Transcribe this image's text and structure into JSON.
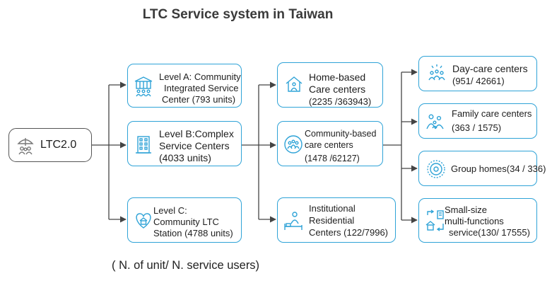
{
  "title": "LTC Service system in Taiwan",
  "root": {
    "label": "LTC2.0",
    "icon": "umbrella-family-icon"
  },
  "level_nodes": [
    {
      "lines": [
        "Level A: Community",
        "Integrated Service",
        "Center (793 units)"
      ],
      "icon": "building-people-icon"
    },
    {
      "lines": [
        "Level B:Complex",
        "Service Centers",
        "(4033 units)"
      ],
      "icon": "office-building-icon"
    },
    {
      "lines": [
        "Level C:",
        "Community LTC",
        "Station (4788 units)"
      ],
      "icon": "heart-house-icon"
    }
  ],
  "care_nodes": [
    {
      "lines": [
        "Home-based",
        "Care centers",
        "(2235 /363943)"
      ],
      "icon": "house-person-icon"
    },
    {
      "lines": [
        "Community-based",
        "care centers",
        "(1478 /62127)"
      ],
      "icon": "community-group-icon"
    },
    {
      "lines": [
        "Institutional",
        "Residential",
        "Centers (122/7996)"
      ],
      "icon": "caregiver-bed-icon"
    }
  ],
  "service_nodes": [
    {
      "lines": [
        "Day-care centers",
        "(951/ 42661)"
      ],
      "icon": "sun-group-icon"
    },
    {
      "lines": [
        "Family care centers",
        "(363 / 1575)"
      ],
      "icon": "family-icon"
    },
    {
      "lines": [
        "Group homes(34 / 336)"
      ],
      "icon": "target-circle-icon"
    },
    {
      "lines": [
        "Small-size",
        "multi-functions",
        "service(130/ 17555)"
      ],
      "icon": "multi-service-icon"
    }
  ],
  "note": "( N. of unit/ N. service users)",
  "colors": {
    "accent": "#2fa3d7",
    "line": "#444444",
    "root_border": "#555555"
  }
}
